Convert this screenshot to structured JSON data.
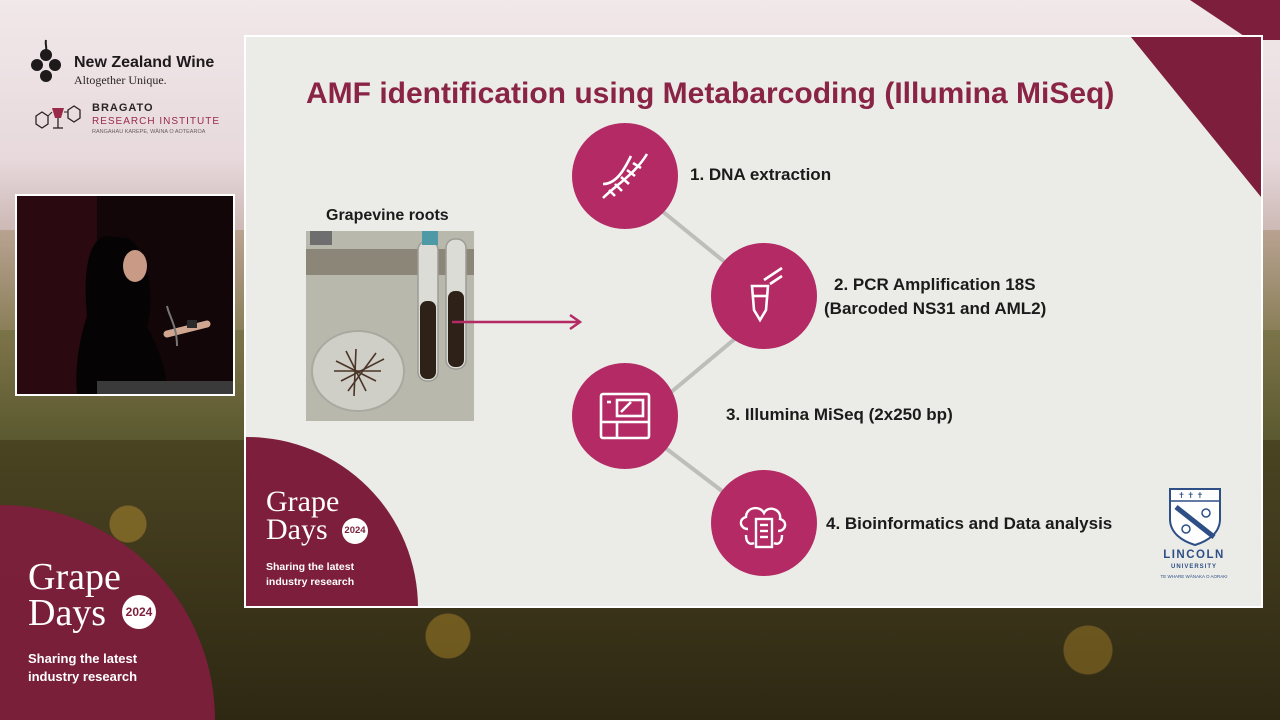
{
  "branding": {
    "nzw_title": "New Zealand Wine",
    "nzw_sub": "Altogether Unique.",
    "bragato_line1": "BRAGATO",
    "bragato_line2": "RESEARCH INSTITUTE",
    "bragato_line3": "RANGAHAU KAREPE, WĀINA O AOTEAROA",
    "event_line1": "Grape",
    "event_line2": "Days",
    "event_year": "2024",
    "event_tag_line1": "Sharing the latest",
    "event_tag_line2": "industry research"
  },
  "slide": {
    "title": "AMF identification using Metabarcoding (Illumina MiSeq)",
    "roots_label": "Grapevine roots",
    "steps": [
      {
        "text": "1. DNA extraction",
        "icon": "dna-icon"
      },
      {
        "text_line1": "2. PCR Amplification 18S",
        "text_line2": "(Barcoded NS31 and AML2)",
        "icon": "pcr-tube-icon"
      },
      {
        "text": "3. Illumina MiSeq (2x250 bp)",
        "icon": "sequencer-icon"
      },
      {
        "text": "4. Bioinformatics and Data analysis",
        "icon": "cloud-server-icon"
      }
    ],
    "lincoln_name": "LINCOLN",
    "lincoln_sub": "UNIVERSITY",
    "lincoln_maori": "TE WHARE WĀNAKA O AORAKI"
  },
  "colors": {
    "brand_maroon": "#7d1f3c",
    "step_circle": "#b32a65",
    "title": "#8a2446",
    "lincoln_blue": "#2e4f86"
  }
}
